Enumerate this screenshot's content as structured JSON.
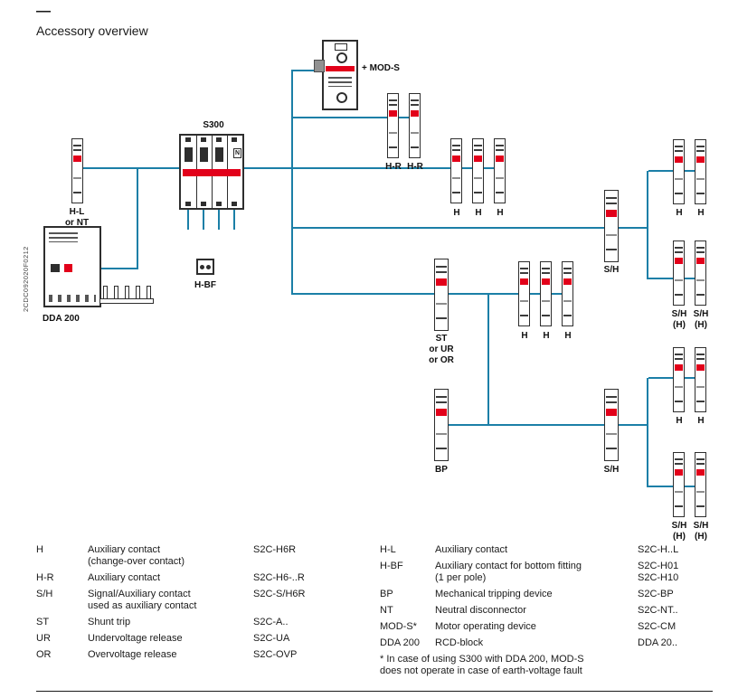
{
  "header": {
    "dash": "—",
    "title": "Accessory overview"
  },
  "side_code": "2CDC092020F0212",
  "colors": {
    "wire": "#1b7fa7",
    "red": "#e2001a"
  },
  "diagram": {
    "labels": {
      "mod_s": "+ MOD-S",
      "h_r": "H-R",
      "s300": "S300",
      "n_pole": "N",
      "h_l": "H-L\nor NT",
      "dda_200": "DDA 200",
      "h_bf": "H-BF",
      "h": "H",
      "s_h": "S/H",
      "s_h_h": "S/H\n(H)",
      "st_ur_or": "ST\nor UR\nor OR",
      "bp": "BP"
    }
  },
  "legend": {
    "left": [
      {
        "abbr": "H",
        "desc": "Auxiliary contact\n(change-over contact)",
        "part": "S2C-H6R"
      },
      {
        "abbr": "H-R",
        "desc": "Auxiliary contact",
        "part": "S2C-H6-..R"
      },
      {
        "abbr": "S/H",
        "desc": "Signal/Auxiliary contact\nused as auxiliary contact",
        "part": "S2C-S/H6R"
      },
      {
        "abbr": "ST",
        "desc": "Shunt trip",
        "part": "S2C-A.."
      },
      {
        "abbr": "UR",
        "desc": "Undervoltage release",
        "part": "S2C-UA"
      },
      {
        "abbr": "OR",
        "desc": "Overvoltage release",
        "part": "S2C-OVP"
      }
    ],
    "right": [
      {
        "abbr": "H-L",
        "desc": "Auxiliary contact",
        "part": "S2C-H..L"
      },
      {
        "abbr": "H-BF",
        "desc": "Auxiliary contact for bottom fitting\n(1 per pole)",
        "part": "S2C-H01\nS2C-H10"
      },
      {
        "abbr": "BP",
        "desc": "Mechanical tripping device",
        "part": "S2C-BP"
      },
      {
        "abbr": "NT",
        "desc": "Neutral disconnector",
        "part": "S2C-NT.."
      },
      {
        "abbr": "MOD-S*",
        "desc": "Motor operating device",
        "part": "S2C-CM"
      },
      {
        "abbr": "DDA 200",
        "desc": "RCD-block",
        "part": "DDA 20.."
      }
    ],
    "footnote": "* In case of using S300 with DDA 200, MOD-S\ndoes not operate in case of earth-voltage fault"
  }
}
